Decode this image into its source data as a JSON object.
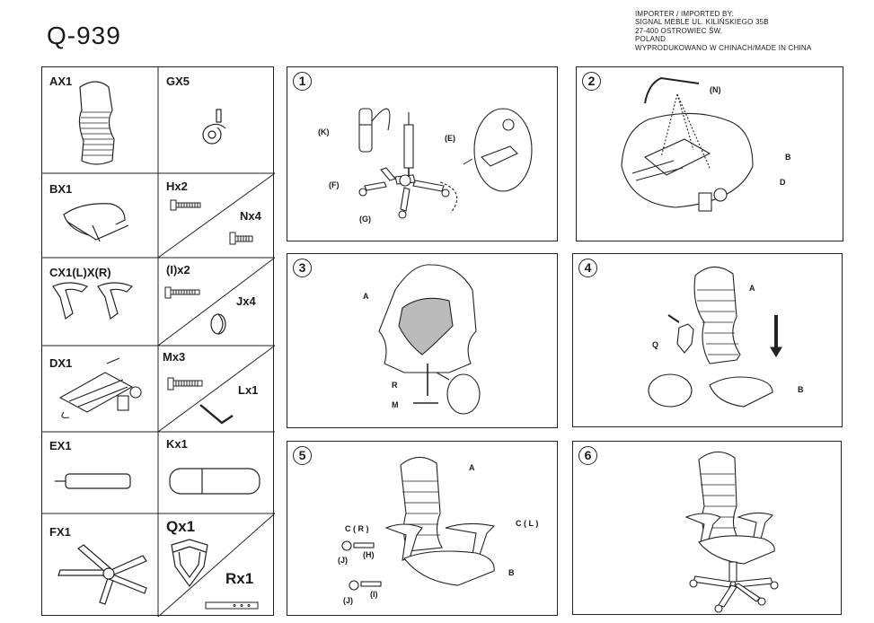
{
  "header": {
    "model": "Q-939",
    "importer_lines": [
      "IMPORTER / IMPORTED BY:",
      "SIGNAL MEBLE  UL. KILIŃSKIEGO 35B",
      "27-400 OSTROWIEC ŚW.",
      "POLAND",
      "WYPRODUKOWANO W CHINACH/MADE IN CHINA"
    ]
  },
  "parts": {
    "ax": "AX1",
    "gx": "GX5",
    "bx": "BX1",
    "hx": "Hx2",
    "nx": "Nx4",
    "cx": "CX1(L)X(R)",
    "ix": "(I)x2",
    "jx": "Jx4",
    "dx": "DX1",
    "mx": "Mx3",
    "lx": "Lx1",
    "ex": "EX1",
    "kx": "Kx1",
    "fx": "FX1",
    "qx": "Qx1",
    "rx": "Rx1"
  },
  "steps": {
    "s1": {
      "num": "1",
      "k": "(K)",
      "e": "(E)",
      "f": "(F)",
      "g": "(G)"
    },
    "s2": {
      "num": "2",
      "n": "(N)",
      "b": "B",
      "d": "D"
    },
    "s3": {
      "num": "3",
      "a": "A",
      "r": "R",
      "m": "M"
    },
    "s4": {
      "num": "4",
      "a": "A",
      "q": "Q",
      "b": "B"
    },
    "s5": {
      "num": "5",
      "a": "A",
      "cr": "C ( R )",
      "cl": "C ( L )",
      "h": "(H)",
      "j1": "(J)",
      "i": "(I)",
      "j2": "(J)",
      "b": "B"
    },
    "s6": {
      "num": "6"
    }
  }
}
